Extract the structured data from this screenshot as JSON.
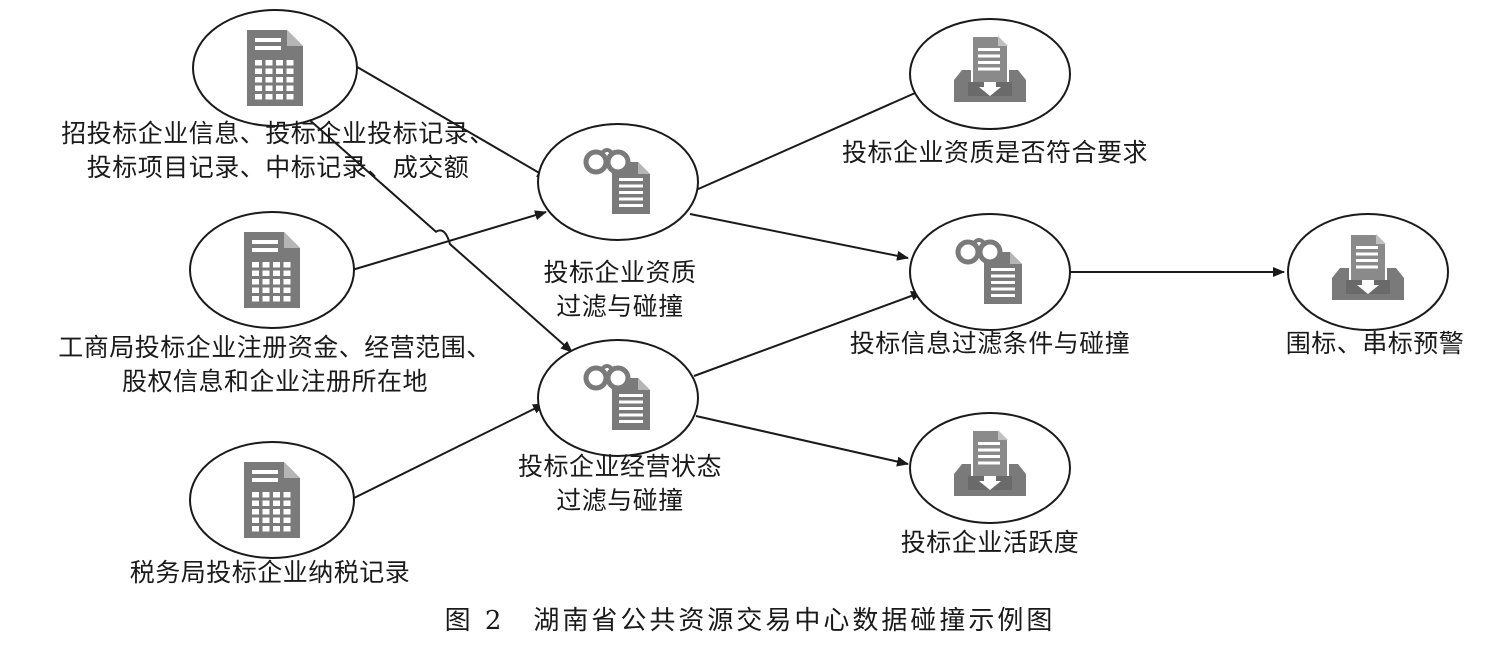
{
  "colors": {
    "stroke": "#1a1a1a",
    "icon_fill": "#7a7a7a",
    "icon_light": "#ffffff"
  },
  "sources": [
    {
      "id": "src1",
      "icon": "spreadsheet-document-icon",
      "lines": [
        "招投标企业信息、投标企业投标记录、",
        "投标项目记录、中标记录、成交额"
      ]
    },
    {
      "id": "src2",
      "icon": "spreadsheet-document-icon",
      "lines": [
        "工商局投标企业注册资金、经营范围、",
        "股权信息和企业注册所在地"
      ]
    },
    {
      "id": "src3",
      "icon": "spreadsheet-document-icon",
      "lines": [
        "税务局投标企业纳税记录"
      ]
    }
  ],
  "processes": [
    {
      "id": "proc1",
      "icon": "glasses-document-icon",
      "lines": [
        "投标企业资质",
        "过滤与碰撞"
      ]
    },
    {
      "id": "proc2",
      "icon": "glasses-document-icon",
      "lines": [
        "投标企业经营状态",
        "过滤与碰撞"
      ]
    },
    {
      "id": "proc3",
      "icon": "glasses-document-icon",
      "lines": [
        "投标信息过滤条件与碰撞"
      ]
    }
  ],
  "outputs": [
    {
      "id": "out1",
      "icon": "document-tray-icon",
      "lines": [
        "投标企业资质是否符合要求"
      ]
    },
    {
      "id": "out2",
      "icon": "document-tray-icon",
      "lines": [
        "投标企业活跃度"
      ]
    },
    {
      "id": "out3",
      "icon": "document-tray-icon",
      "lines": [
        "围标、串标预警"
      ]
    }
  ],
  "edges": [
    {
      "from": "src1",
      "to": "proc1"
    },
    {
      "from": "src1",
      "to": "proc2"
    },
    {
      "from": "src2",
      "to": "proc1"
    },
    {
      "from": "src3",
      "to": "proc2"
    },
    {
      "from": "proc1",
      "to": "out1"
    },
    {
      "from": "proc1",
      "to": "proc3"
    },
    {
      "from": "proc2",
      "to": "proc3"
    },
    {
      "from": "proc2",
      "to": "out2"
    },
    {
      "from": "proc3",
      "to": "out3"
    }
  ],
  "caption": "图 2　湖南省公共资源交易中心数据碰撞示例图"
}
